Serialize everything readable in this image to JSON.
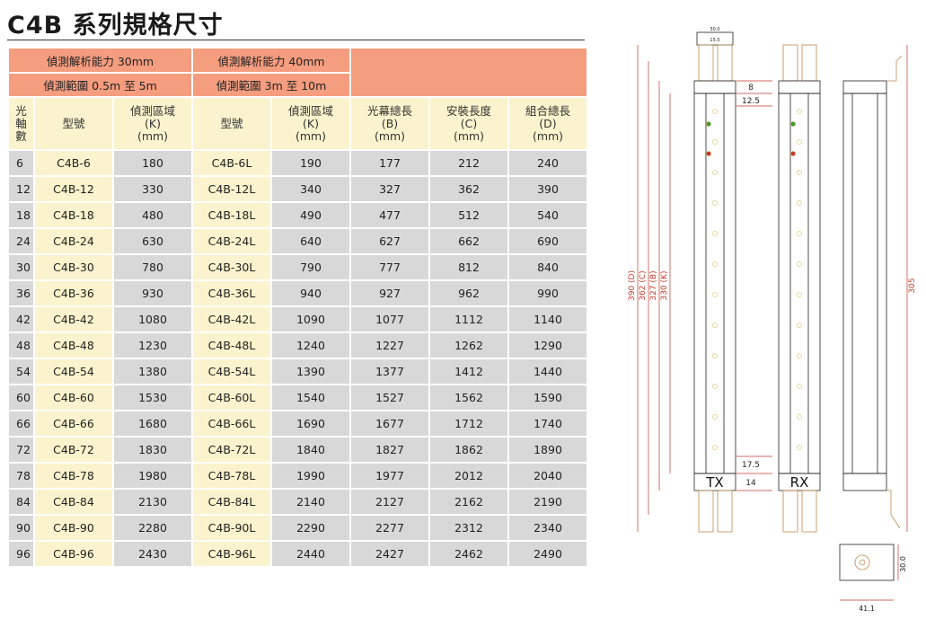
{
  "title": "C4B 系列規格尺寸",
  "group_headers": {
    "res30": "偵測解析能力 30mm",
    "res40": "偵測解析能力 40mm",
    "range30": "偵測範圍 0.5m 至 5m",
    "range40": "偵測範圍 3m 至 10m"
  },
  "columns": {
    "axes": [
      "光",
      "軸",
      "數"
    ],
    "model": "型號",
    "area": [
      "偵測區域",
      "(K)",
      "(mm)"
    ],
    "model_l": "型號",
    "area_l": [
      "偵測區域",
      "(K)",
      "(mm)"
    ],
    "curtain": [
      "光幕總長",
      "(B)",
      "(mm)"
    ],
    "mount": [
      "安裝長度",
      "(C)",
      "(mm)"
    ],
    "total": [
      "組合總長",
      "(D)",
      "(mm)"
    ]
  },
  "rows": [
    [
      "6",
      "C4B-6",
      "180",
      "C4B-6L",
      "190",
      "177",
      "212",
      "240"
    ],
    [
      "12",
      "C4B-12",
      "330",
      "C4B-12L",
      "340",
      "327",
      "362",
      "390"
    ],
    [
      "18",
      "C4B-18",
      "480",
      "C4B-18L",
      "490",
      "477",
      "512",
      "540"
    ],
    [
      "24",
      "C4B-24",
      "630",
      "C4B-24L",
      "640",
      "627",
      "662",
      "690"
    ],
    [
      "30",
      "C4B-30",
      "780",
      "C4B-30L",
      "790",
      "777",
      "812",
      "840"
    ],
    [
      "36",
      "C4B-36",
      "930",
      "C4B-36L",
      "940",
      "927",
      "962",
      "990"
    ],
    [
      "42",
      "C4B-42",
      "1080",
      "C4B-42L",
      "1090",
      "1077",
      "1112",
      "1140"
    ],
    [
      "48",
      "C4B-48",
      "1230",
      "C4B-48L",
      "1240",
      "1227",
      "1262",
      "1290"
    ],
    [
      "54",
      "C4B-54",
      "1380",
      "C4B-54L",
      "1390",
      "1377",
      "1412",
      "1440"
    ],
    [
      "60",
      "C4B-60",
      "1530",
      "C4B-60L",
      "1540",
      "1527",
      "1562",
      "1590"
    ],
    [
      "66",
      "C4B-66",
      "1680",
      "C4B-66L",
      "1690",
      "1677",
      "1712",
      "1740"
    ],
    [
      "72",
      "C4B-72",
      "1830",
      "C4B-72L",
      "1840",
      "1827",
      "1862",
      "1890"
    ],
    [
      "78",
      "C4B-78",
      "1980",
      "C4B-78L",
      "1990",
      "1977",
      "2012",
      "2040"
    ],
    [
      "84",
      "C4B-84",
      "2130",
      "C4B-84L",
      "2140",
      "2127",
      "2162",
      "2190"
    ],
    [
      "90",
      "C4B-90",
      "2280",
      "C4B-90L",
      "2290",
      "2277",
      "2312",
      "2340"
    ],
    [
      "96",
      "C4B-96",
      "2430",
      "C4B-96L",
      "2440",
      "2427",
      "2462",
      "2490"
    ]
  ],
  "drawing": {
    "top_width": "30.0",
    "top_inner": "15.0",
    "dim_8": "8",
    "dim_12_5": "12.5",
    "dim_17_5": "17.5",
    "dim_14": "14",
    "dim_D": "390 (D)",
    "dim_C": "362 (C)",
    "dim_B": "327 (B)",
    "dim_K": "330 (K)",
    "dim_305": "305",
    "label_tx": "TX",
    "label_rx": "RX",
    "dim_30": "30.0",
    "dim_41_1": "41.1",
    "line_color": "#c0392b",
    "outline_color": "#222222",
    "bracket_color": "#c08850"
  }
}
